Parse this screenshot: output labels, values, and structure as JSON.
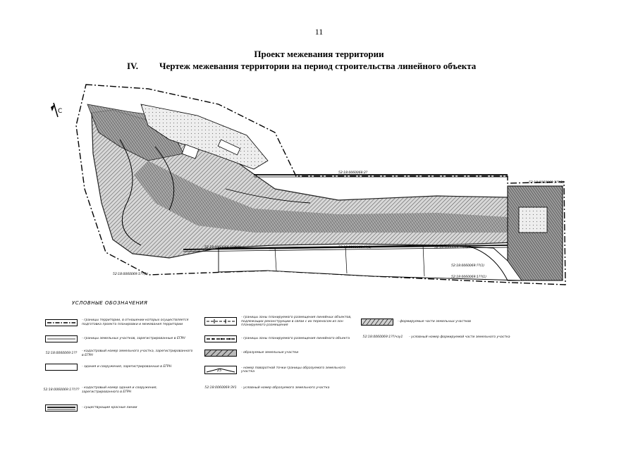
{
  "page_number": "11",
  "title": "Проект межевания территории",
  "section_number": "IV.",
  "section_title": "Чертеж межевания территории на период строительства линейного объекта",
  "drawing": {
    "parcel_labels": [
      "52:18:0060068:2?",
      "52:18:0060069:1??(1)",
      "52:18:0060069:1??/(1)",
      "52:18:0060069:??(1)",
      "52:18:0060069:??(1)/1",
      "52:18:0060069:??(1)",
      "52:18:0060069:1??(1)",
      "52:18:0060069:1??(1)"
    ]
  },
  "legend": {
    "title": "УСЛОВНЫЕ ОБОЗНАЧЕНИЯ",
    "items": [
      {
        "text": "- границы территории, в отношении которых осуществляется подготовка проекта планировки и межевания территории"
      },
      {
        "text": "- границы земельных участков, зарегистрированные в ЕГРН"
      },
      {
        "code": "52:18:0060069:1??",
        "text": "- кадастровый номер земельного участка, зарегистрированного в ЕГРН"
      },
      {
        "text": "- здания и сооружения, зарегистрированные в ЕГРН"
      },
      {
        "code": "52:18:0060069:1??/??",
        "text": "- кадастровый номер здания и сооружения, зарегистрированного в ЕГРН"
      },
      {
        "text": "- существующие красные линии"
      },
      {
        "text": "- границы зоны планируемого размещения линейных объектов, подлежащих реконструкции в связи с их переносом из зон планируемого размещения"
      },
      {
        "text": "- границы зоны планируемого размещения линейного объекта"
      },
      {
        "text": "- образуемые земельные участки"
      },
      {
        "code": "25",
        "text": "- номер поворотной точки границы образуемого земельного участка"
      },
      {
        "code": "52:18:0060069:ЗУ1",
        "text": "- условный номер образуемого земельного участка"
      },
      {
        "text": "- формируемые части земельных участков"
      },
      {
        "code": "52:18:0060069:1??/чзу1",
        "text": "- условный номер формируемой части земельного участка"
      }
    ]
  }
}
